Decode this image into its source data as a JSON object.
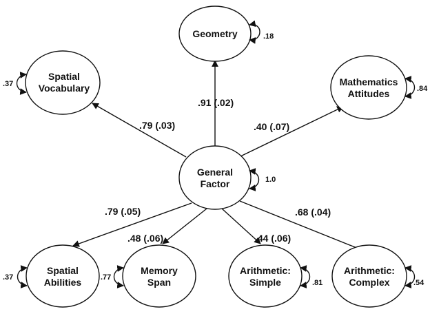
{
  "nodes": {
    "geometry": {
      "lines": [
        "Geometry"
      ],
      "variance": ".18"
    },
    "spatial_vocabulary": {
      "lines": [
        "Spatial",
        "Vocabulary"
      ],
      "variance": ".37"
    },
    "mathematics_attitudes": {
      "lines": [
        "Mathematics",
        "Attitudes"
      ],
      "variance": ".84"
    },
    "general_factor": {
      "lines": [
        "General",
        "Factor"
      ],
      "variance": "1.0"
    },
    "spatial_abilities": {
      "lines": [
        "Spatial",
        "Abilities"
      ],
      "variance": ".37"
    },
    "memory_span": {
      "lines": [
        "Memory",
        "Span"
      ],
      "variance": ".77"
    },
    "arithmetic_simple": {
      "lines": [
        "Arithmetic:",
        "Simple"
      ],
      "variance": ".81"
    },
    "arithmetic_complex": {
      "lines": [
        "Arithmetic:",
        "Complex"
      ],
      "variance": ".54"
    }
  },
  "edges": {
    "geometry": ".91 (.02)",
    "spatial_vocabulary": ".79 (.03)",
    "mathematics_attitudes": ".40 (.07)",
    "spatial_abilities": ".79 (.05)",
    "memory_span": ".48 (.06)",
    "arithmetic_simple": ".44 (.06)",
    "arithmetic_complex": ".68 (.04)"
  }
}
